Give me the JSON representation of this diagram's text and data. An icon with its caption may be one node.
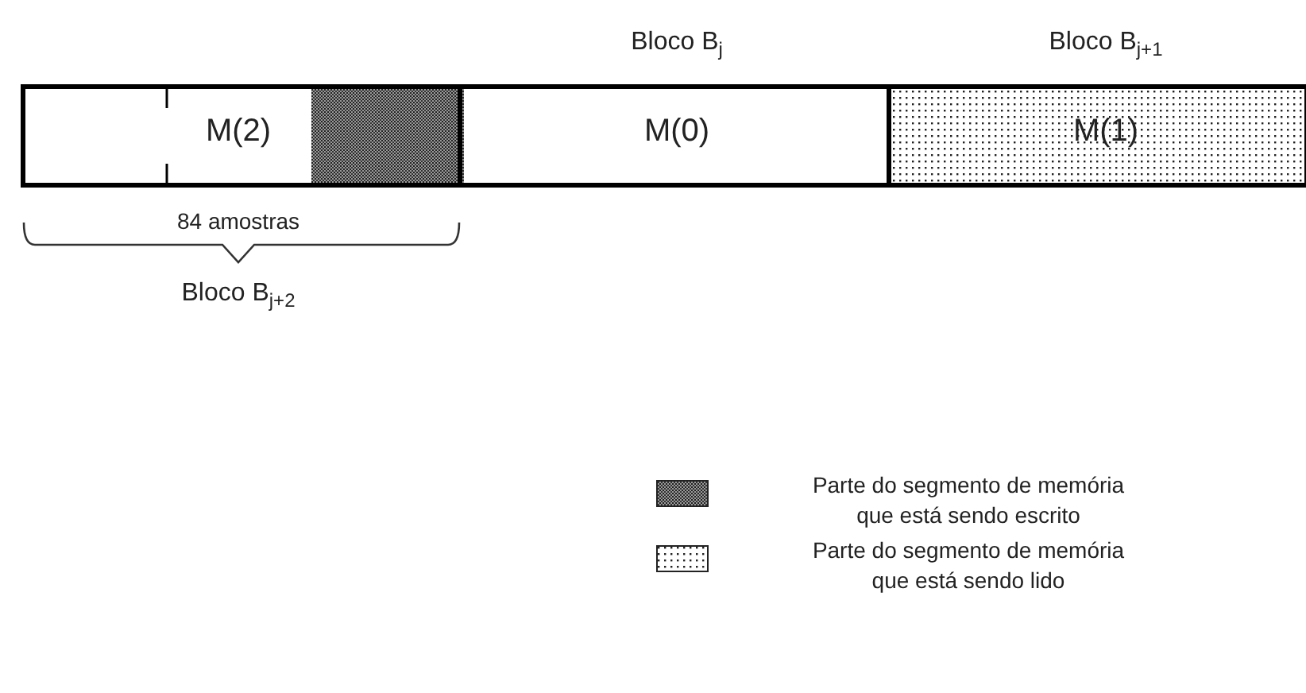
{
  "diagram": {
    "nodes": [
      {
        "text": [
          "M(2)"
        ]
      },
      {
        "text": [
          "Bloco B$_{j}$",
          "M(0)"
        ]
      },
      {
        "text": [
          "Bloco B$_{j+1}$",
          "M(1)"
        ]
      }
    ],
    "labels": [
      "84 amostras",
      "Bloco B$_{j+2}$"
    ],
    "legend": [
      {
        "text": "Parte do segmento de memória que está sendo escrito"
      },
      {
        "text": "Parte do segmento de memória que está sendo lido"
      }
    ]
  }
}
